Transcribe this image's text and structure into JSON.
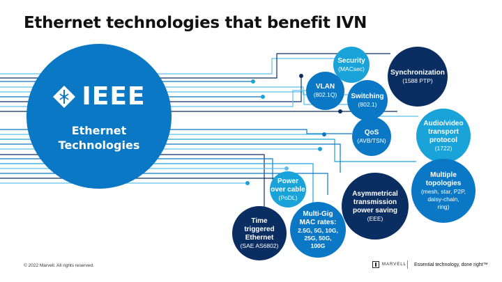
{
  "title": "Ethernet technologies that benefit IVN",
  "hub": {
    "logo_text": "IEEE",
    "label": "Ethernet\nTechnologies",
    "color": "#0b78c6"
  },
  "technologies": [
    {
      "name": "Security",
      "detail": "(MACsec)"
    },
    {
      "name": "VLAN",
      "detail": "(802.1Q)"
    },
    {
      "name": "Switching",
      "detail": "(802.1)"
    },
    {
      "name": "Synchronization",
      "detail": "(1588 PTP)"
    },
    {
      "name": "QoS",
      "detail": "(AVB/TSN)"
    },
    {
      "name": "Audio/video\ntransport\nprotocol",
      "detail": "(1722)"
    },
    {
      "name": "Multiple\ntopologies",
      "detail": "(mesh, star, P2P,\ndaisy-chain,\nring)"
    },
    {
      "name": "Asymmetrical\ntransmission\npower saving",
      "detail": "(EEE)"
    },
    {
      "name": "Power\nover cable",
      "detail": "(PoDL)"
    },
    {
      "name": "Multi-Gig\nMAC rates:",
      "detail": "2.5G, 5G, 10G,\n25G, 50G,\n100G"
    },
    {
      "name": "Time\ntriggered\nEthernet",
      "detail": "(SAE AS6802)"
    }
  ],
  "colors": {
    "light_blue": "#1aa3d8",
    "medium_blue": "#0b78c6",
    "navy": "#0b2e62",
    "line_light": "#5cc0ea"
  },
  "footer": {
    "copyright": "© 2022 Marvell. All rights reserved.",
    "brand": "MARVELL",
    "tagline": "Essential technology, done right™"
  }
}
